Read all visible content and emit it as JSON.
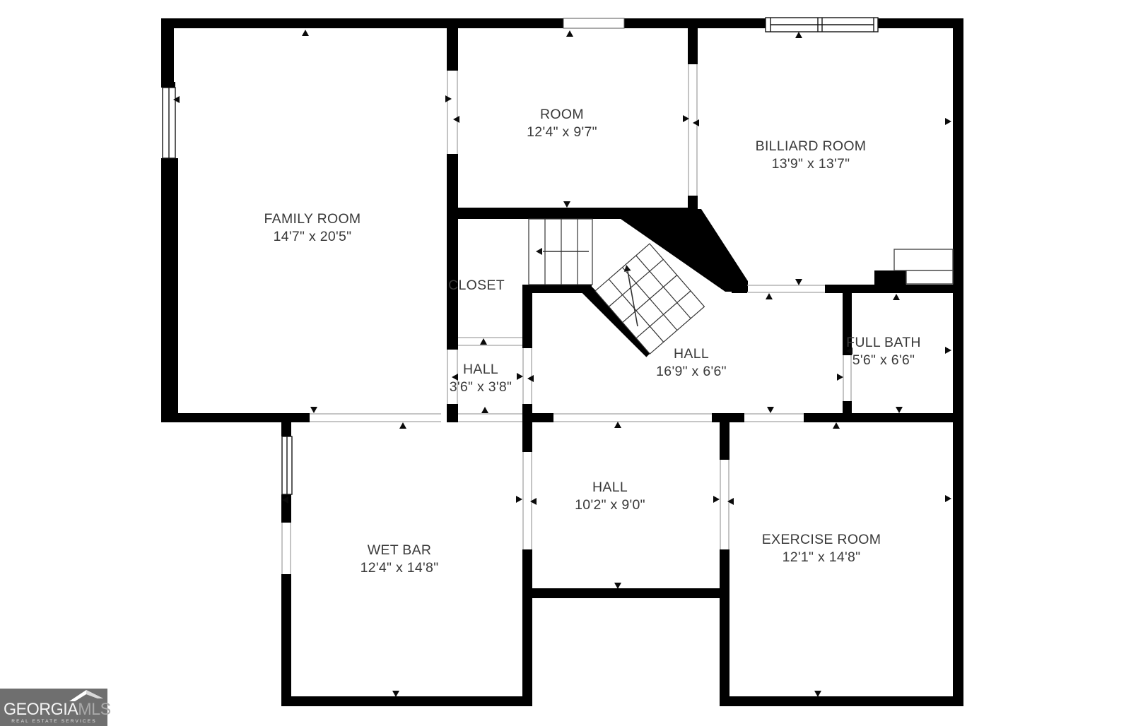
{
  "floor_plan": {
    "rooms": [
      {
        "name": "FAMILY ROOM",
        "dims": "14'7\" x 20'5\""
      },
      {
        "name": "ROOM",
        "dims": "12'4\" x 9'7\""
      },
      {
        "name": "BILLIARD ROOM",
        "dims": "13'9\" x 13'7\""
      },
      {
        "name": "CLOSET",
        "dims": ""
      },
      {
        "name": "HALL",
        "dims": "3'6\" x 3'8\""
      },
      {
        "name": "HALL",
        "dims": "16'9\" x 6'6\""
      },
      {
        "name": "FULL BATH",
        "dims": "5'6\" x 6'6\""
      },
      {
        "name": "WET BAR",
        "dims": "12'4\" x 14'8\""
      },
      {
        "name": "HALL",
        "dims": "10'2\" x 9'0\""
      },
      {
        "name": "EXERCISE ROOM",
        "dims": "12'1\" x 14'8\""
      }
    ]
  },
  "logo": {
    "brand_primary": "GEORGIA",
    "brand_secondary": "MLS",
    "tagline": "REAL ESTATE SERVICES"
  },
  "colors": {
    "wall": "#000000",
    "label_text": "#3a3a3a",
    "opening_line": "#a5a5a5",
    "logo_background": "#6f6f6f",
    "logo_primary_text": "#f4f4f4",
    "logo_secondary_text": "#a9a9a9"
  }
}
